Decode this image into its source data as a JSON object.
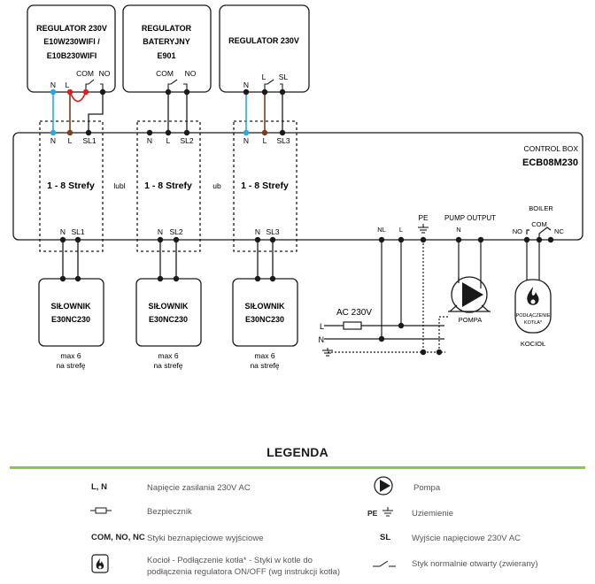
{
  "colors": {
    "neutral_wire": "#29a8e0",
    "live_wire": "#7b3f1e",
    "bridge_wire": "#e02020",
    "line": "#1a1a1a",
    "accent": "#8dc63f"
  },
  "regulators": [
    {
      "title_lines": [
        "REGULATOR 230V",
        "E10W230WIFI /",
        "E10B230WIFI"
      ],
      "terminal_labels": [
        "N",
        "L",
        "COM",
        "NO"
      ]
    },
    {
      "title_lines": [
        "REGULATOR",
        "BATERYJNY",
        "E901"
      ],
      "terminal_labels": [
        "COM",
        "NO"
      ]
    },
    {
      "title_lines": [
        "REGULATOR 230V"
      ],
      "terminal_labels": [
        "N",
        "L",
        "SL"
      ]
    }
  ],
  "control_box": {
    "subtitle": "CONTROL BOX",
    "model": "ECB08M230"
  },
  "zones": [
    {
      "label": "1 - 8 Strefy",
      "input_terminals": [
        "N",
        "L",
        "SL1"
      ],
      "output_terminals": [
        "N",
        "SL1"
      ]
    },
    {
      "label": "1 - 8 Strefy",
      "input_terminals": [
        "N",
        "L",
        "SL2"
      ],
      "output_terminals": [
        "N",
        "SL2"
      ]
    },
    {
      "label": "1 - 8 Strefy",
      "input_terminals": [
        "N",
        "L",
        "SL3"
      ],
      "output_terminals": [
        "N",
        "SL3"
      ]
    }
  ],
  "separators": [
    "lubl",
    "ub"
  ],
  "power_terminals": {
    "nl": "NL",
    "l": "L",
    "pe": "PE"
  },
  "pump_output": {
    "title": "PUMP OUTPUT",
    "n": "N"
  },
  "boiler": {
    "title": "BOILER",
    "no": "NO",
    "com": "COM",
    "nc": "NC"
  },
  "actuators": [
    {
      "title_lines": [
        "SIŁOWNIK",
        "E30NC230"
      ],
      "note_lines": [
        "max 6",
        "na strefę"
      ]
    },
    {
      "title_lines": [
        "SIŁOWNIK",
        "E30NC230"
      ],
      "note_lines": [
        "max 6",
        "na strefę"
      ]
    },
    {
      "title_lines": [
        "SIŁOWNIK",
        "E30NC230"
      ],
      "note_lines": [
        "max 6",
        "na strefę"
      ]
    }
  ],
  "supply": {
    "label": "AC 230V",
    "l": "L",
    "n": "N"
  },
  "pump": {
    "label": "POMPA"
  },
  "kociol": {
    "inner_lines": [
      "PODŁĄCZENIE",
      "KOTŁA*"
    ],
    "label": "KOCIOŁ"
  },
  "legend": {
    "title": "LEGENDA",
    "left": [
      {
        "icon": "text-key",
        "key": "L, N",
        "desc_lines": [
          "Napięcie zasilania 230V AC"
        ]
      },
      {
        "icon": "fuse-icon",
        "key": "",
        "desc_lines": [
          "Bezpiecznik"
        ]
      },
      {
        "icon": "text-key",
        "key": "COM, NO, NC",
        "desc_lines": [
          "Styki beznapięciowe wyjściowe"
        ]
      },
      {
        "icon": "boiler-flame-icon",
        "key": "",
        "desc_lines": [
          "Kocioł - Podłączenie kotła* - Styki w kotle do",
          "podłączenia regulatora ON/OFF (wg instrukcji kotła)"
        ]
      }
    ],
    "right": [
      {
        "icon": "pump-icon",
        "key": "",
        "desc_lines": [
          "Pompa"
        ]
      },
      {
        "icon": "ground-icon",
        "key": "PE",
        "desc_lines": [
          "Uziemienie"
        ]
      },
      {
        "icon": "text-key",
        "key": "SL",
        "desc_lines": [
          "Wyjście napięciowe 230V AC"
        ]
      },
      {
        "icon": "contact-no-icon",
        "key": "",
        "desc_lines": [
          "Styk normalnie otwarty (zwierany)"
        ]
      }
    ]
  }
}
